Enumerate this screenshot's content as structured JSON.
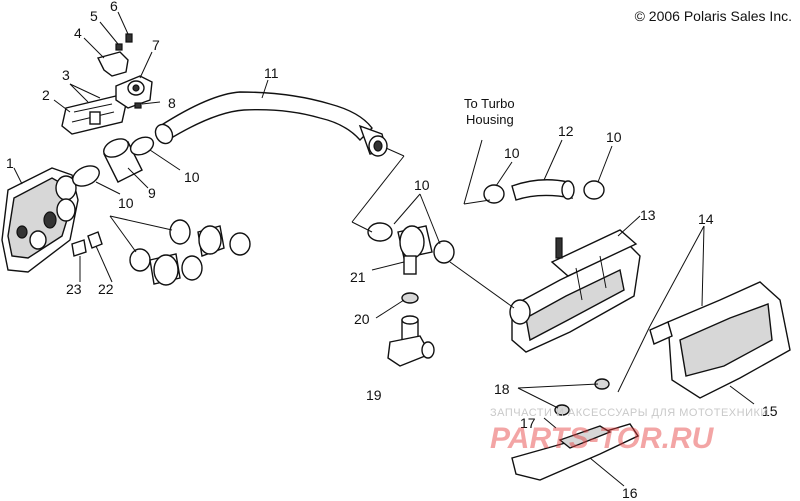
{
  "copyright": "© 2006 Polaris Sales Inc.",
  "note_lines": [
    "To Turbo",
    "Housing"
  ],
  "watermark": {
    "small": "ЗАПЧАСТИ И АКСЕССУАРЫ ДЛЯ МОТОТЕХНИКИ",
    "big": "PARTS-TOR.RU"
  },
  "callouts": {
    "n1": "1",
    "n2": "2",
    "n3": "3",
    "n4": "4",
    "n5": "5",
    "n6": "6",
    "n7": "7",
    "n8": "8",
    "n9": "9",
    "n10a": "10",
    "n10b": "10",
    "n10c": "10",
    "n10d": "10",
    "n10e": "10",
    "n11": "11",
    "n12": "12",
    "n13": "13",
    "n14": "14",
    "n15": "15",
    "n16": "16",
    "n17": "17",
    "n18": "18",
    "n19": "19",
    "n20": "20",
    "n21": "21",
    "n22": "22",
    "n23": "23"
  }
}
